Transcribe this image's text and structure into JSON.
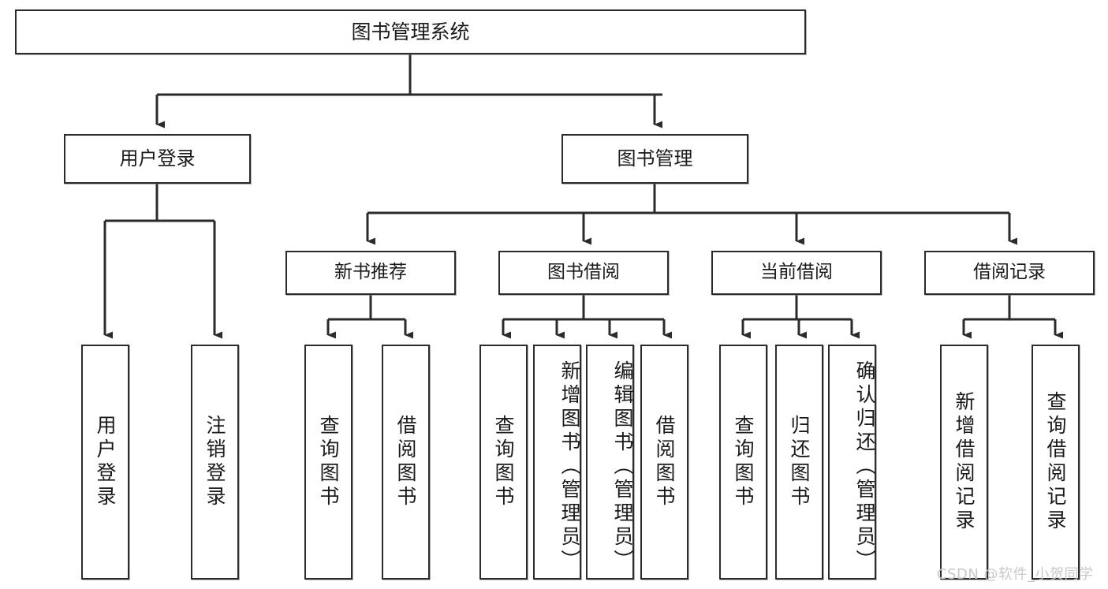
{
  "diagram": {
    "type": "tree-hierarchy",
    "title": "图书管理系统",
    "root": {
      "label": "图书管理系统"
    },
    "level2": [
      {
        "label": "用户登录"
      },
      {
        "label": "图书管理"
      }
    ],
    "level3": [
      {
        "label": "新书推荐"
      },
      {
        "label": "图书借阅"
      },
      {
        "label": "当前借阅"
      },
      {
        "label": "借阅记录"
      }
    ],
    "leaves": [
      {
        "label": "用户登录",
        "parent": "用户登录"
      },
      {
        "label": "注销登录",
        "parent": "用户登录"
      },
      {
        "label": "查询图书",
        "parent": "新书推荐"
      },
      {
        "label": "借阅图书",
        "parent": "新书推荐"
      },
      {
        "label": "查询图书",
        "parent": "图书借阅"
      },
      {
        "label": "新增图书（管理员）",
        "parent": "图书借阅"
      },
      {
        "label": "编辑图书（管理员）",
        "parent": "图书借阅"
      },
      {
        "label": "借阅图书",
        "parent": "图书借阅"
      },
      {
        "label": "查询图书",
        "parent": "当前借阅"
      },
      {
        "label": "归还图书",
        "parent": "当前借阅"
      },
      {
        "label": "确认归还（管理员）",
        "parent": "当前借阅"
      },
      {
        "label": "新增借阅记录",
        "parent": "借阅记录"
      },
      {
        "label": "查询借阅记录",
        "parent": "借阅记录"
      }
    ]
  },
  "watermark": {
    "text": "CSDN @软件_小贺同学"
  },
  "colors": {
    "stroke": "#2b2b2b",
    "fill": "#ffffff",
    "watermark": "#c9c9c9"
  }
}
